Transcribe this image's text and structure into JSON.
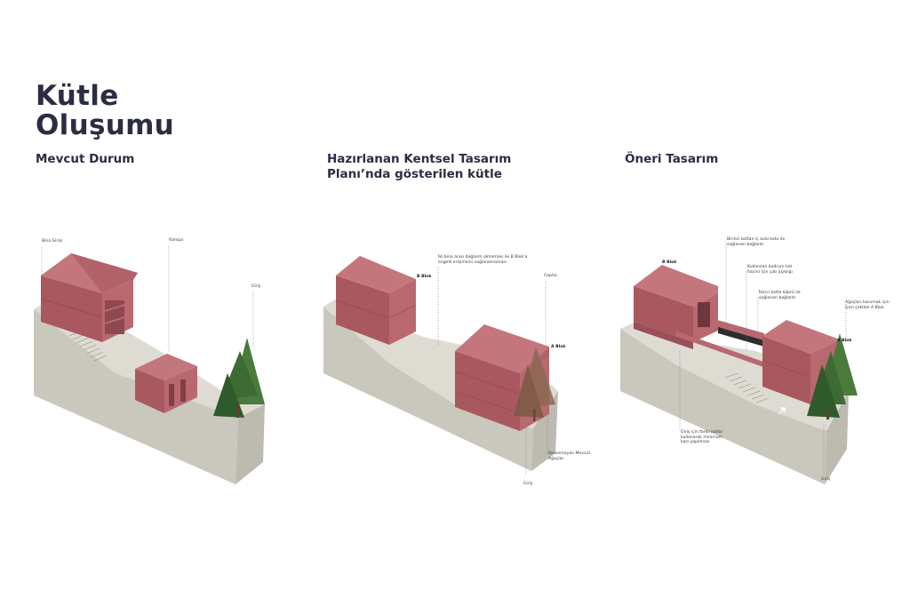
{
  "page": {
    "title_line1": "Kütle",
    "title_line2": "Oluşumu"
  },
  "panels": [
    {
      "heading_line1": "Mevcut Durum",
      "labels": {
        "bina_girisi": "Bina Girişi",
        "rampa": "Rampa",
        "giris": "Giriş"
      }
    },
    {
      "heading_line1": "Hazırlanan Kentsel Tasarım",
      "heading_line2": "Planı’nda gösterilen kütle",
      "labels": {
        "connection_line1": "İki bina arası bağlantı olmaması ile B Blok’a",
        "connection_line2": "engelli erişiminin sağlanamaması",
        "b_blok": "B Blok",
        "cephe": "Cephe",
        "a_blok": "A Blok",
        "trees_line1": "Korunmayan Mevcut",
        "trees_line2": "Ağaçlar",
        "giris": "Giriş"
      }
    },
    {
      "heading_line1": "Öneri Tasarım",
      "labels": {
        "b_blok": "B Blok",
        "courtyard_line1": "Birinci kottan iç avlu kotu ile",
        "courtyard_line2": "sağlanan bağlantı",
        "gap_line1": "Kullanılan bodrum kot",
        "gap_line2": "hacmi için çatı açıklığı",
        "bridge_line1": "İkinci katta köprü ile",
        "bridge_line2": "sağlanan bağlantı",
        "trees_line1": "Ağaçları korumak için",
        "trees_line2": "içeri çekilen A Blok",
        "a_blok": "A Blok",
        "entry_line1": "Giriş için farklı kotlar",
        "entry_line2": "kullanarak minimum",
        "entry_line3": "kazı yapılması",
        "giris": "Giriş"
      }
    }
  ],
  "colors": {
    "mass": "#b5646c",
    "mass_dark": "#9a4f58",
    "mass_roof": "#c4767d",
    "terrain_top": "#dedbd3",
    "terrain_side": "#c9c6bc",
    "tree_dark": "#3d6b33",
    "tree_light": "#6a8f4a",
    "tree_brown": "#8a6a52"
  }
}
